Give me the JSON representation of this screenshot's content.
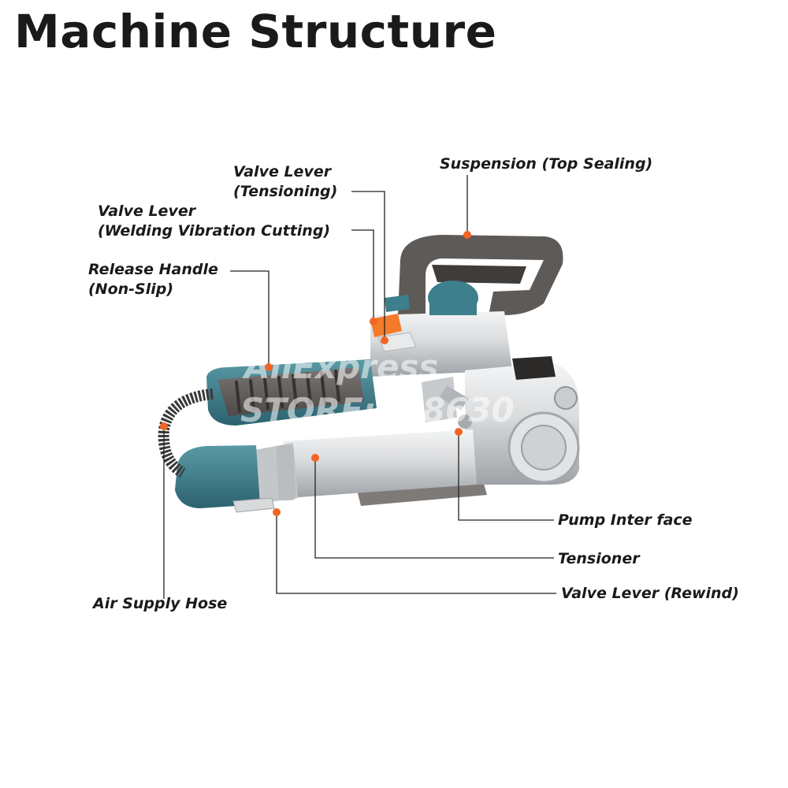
{
  "title": "Machine Structure",
  "watermark": {
    "line1": "AliExpress",
    "line2": "STORE:908630"
  },
  "colors": {
    "accent_dot": "#f26522",
    "body_teal": "#3d7f8c",
    "metal": "#d6d8da",
    "handle": "#5e5a57"
  },
  "labels": {
    "valve_tensioning": {
      "line1": "Valve Lever",
      "line2": "(Tensioning)"
    },
    "suspension": {
      "line1": "Suspension (Top Sealing)"
    },
    "valve_welding": {
      "line1": "Valve Lever",
      "line2": "(Welding Vibration Cutting)"
    },
    "release_handle": {
      "line1": "Release Handle",
      "line2": "(Non-Slip)"
    },
    "pump_interface": {
      "line1": "Pump Inter face"
    },
    "tensioner": {
      "line1": "Tensioner"
    },
    "valve_rewind": {
      "line1": "Valve Lever (Rewind)"
    },
    "air_supply_hose": {
      "line1": "Air Supply Hose"
    }
  }
}
